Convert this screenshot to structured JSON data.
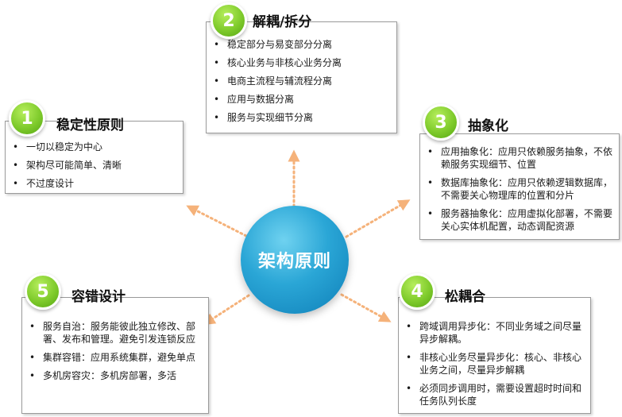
{
  "center": {
    "label": "架构原则"
  },
  "principles": [
    {
      "number": "1",
      "title": "稳定性原则",
      "items": [
        "一切以稳定为中心",
        "架构尽可能简单、清晰",
        "不过度设计"
      ]
    },
    {
      "number": "2",
      "title": "解耦/拆分",
      "items": [
        "稳定部分与易变部分分离",
        "核心业务与非核心业务分离",
        "电商主流程与辅流程分离",
        "应用与数据分离",
        "服务与实现细节分离"
      ]
    },
    {
      "number": "3",
      "title": "抽象化",
      "items": [
        "应用抽象化：应用只依赖服务抽象，不依赖服务实现细节、位置",
        "数据库抽象化：应用只依赖逻辑数据库，不需要关心物理库的位置和分片",
        "服务器抽象化：应用虚拟化部署，不需要关心实体机配置，动态调配资源"
      ]
    },
    {
      "number": "4",
      "title": "松耦合",
      "items": [
        "跨域调用异步化：不同业务域之间尽量异步解耦。",
        "非核心业务尽量异步化：核心、非核心业务之间，尽量异步解耦",
        "必须同步调用时，需要设置超时时间和任务队列长度"
      ]
    },
    {
      "number": "5",
      "title": "容错设计",
      "items": [
        "服务自治：服务能彼此独立修改、部署、发布和管理。避免引发连锁反应",
        "集群容错：应用系统集群，避免单点",
        "多机房容灾：多机房部署，多活"
      ]
    }
  ],
  "colors": {
    "accent_blue": "#1a93cb",
    "badge_green": "#7fcb2c",
    "arrow_orange": "#f5b27a"
  }
}
